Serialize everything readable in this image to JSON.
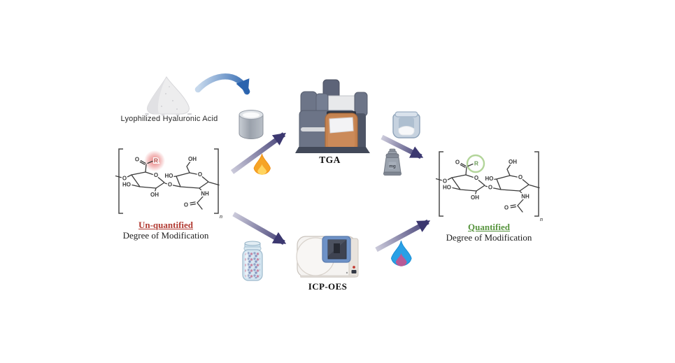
{
  "figure": {
    "type": "graphical-abstract-workflow",
    "background": "#ffffff"
  },
  "powder": {
    "label": "Lyophilized Hyaluronic Acid"
  },
  "tga": {
    "label": "TGA"
  },
  "icp": {
    "label": "ICP-OES"
  },
  "weight": {
    "label": "mg"
  },
  "structures": {
    "left": {
      "status": "Un-quantified",
      "caption": "Degree of Modification",
      "status_color": "#b13a32",
      "highlight": "red-glow"
    },
    "right": {
      "status": "Quantified",
      "caption": "Degree of Modification",
      "status_color": "#58953f",
      "highlight": "green-circle"
    }
  },
  "atoms": {
    "chain_o_left": "O",
    "carbonyl_o": "O",
    "r_group": "R",
    "ring1_o": "O",
    "ho_left": "HO",
    "oh_bottom": "OH",
    "glycosidic_o": "O",
    "ho_mid": "HO",
    "ch2_oh": "OH",
    "ring2_o": "O",
    "nh": "NH",
    "acetyl_o": "O",
    "repeat_n": "n"
  },
  "colors": {
    "arrow_navy": "#3c3870",
    "curved_arrow_blue": "#2a63ae",
    "flame_orange": "#f6a426",
    "flame_blue": "#29a0e6",
    "flame_blue_inner": "#b85a97",
    "tga_door_orange": "#c5824f",
    "icp_panel_blue": "#6e92c7",
    "unquantified_red": "#b13a32",
    "quantified_green": "#58953f"
  }
}
